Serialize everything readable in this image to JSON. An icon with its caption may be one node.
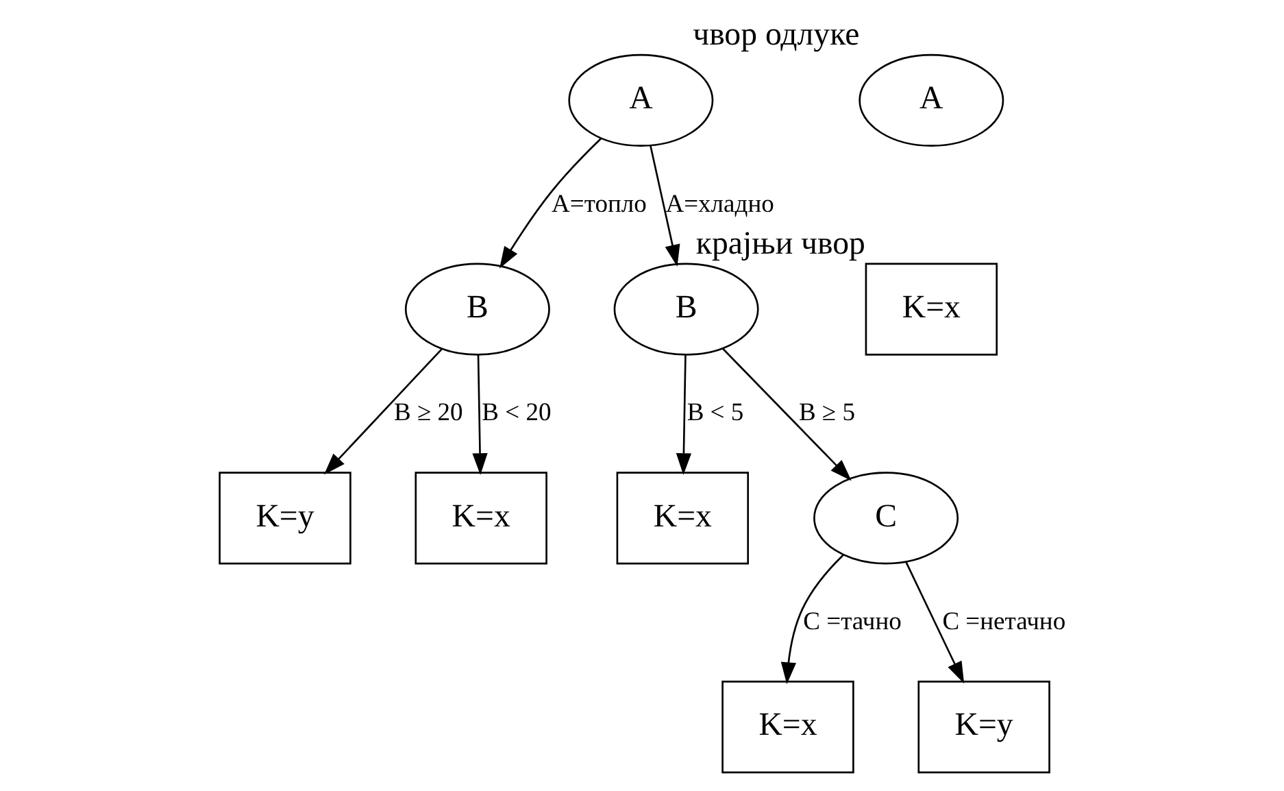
{
  "diagram": {
    "nodes": [
      {
        "text": [
          "A"
        ]
      },
      {
        "text": [
          "B"
        ]
      },
      {
        "text": [
          "B"
        ]
      },
      {
        "text": [
          "K=y"
        ]
      },
      {
        "text": [
          "K=x"
        ]
      },
      {
        "text": [
          "K=x"
        ]
      },
      {
        "text": [
          "C"
        ]
      },
      {
        "text": [
          "K=x"
        ]
      },
      {
        "text": [
          "K=y"
        ]
      },
      {
        "text": [
          "A"
        ],
        "beside": [
          "чвор одлуке"
        ]
      },
      {
        "text": [
          "K=x"
        ],
        "beside": [
          "крајњи чвор"
        ]
      }
    ],
    "edges": [
      {
        "from": 0,
        "to": 1,
        "arrow": "to",
        "label": "A=топло"
      },
      {
        "from": 0,
        "to": 2,
        "arrow": "to",
        "label": "A=хладно"
      },
      {
        "from": 1,
        "to": 3,
        "arrow": "to",
        "label": "B ≥ 20"
      },
      {
        "from": 1,
        "to": 4,
        "arrow": "to",
        "label": "B < 20"
      },
      {
        "from": 2,
        "to": 5,
        "arrow": "to",
        "label": "B < 5"
      },
      {
        "from": 2,
        "to": 6,
        "arrow": "to",
        "label": "B ≥ 5"
      },
      {
        "from": 6,
        "to": 7,
        "arrow": "to",
        "label": "C =тачно"
      },
      {
        "from": 6,
        "to": 8,
        "arrow": "to",
        "label": "C =нетачно"
      }
    ]
  }
}
